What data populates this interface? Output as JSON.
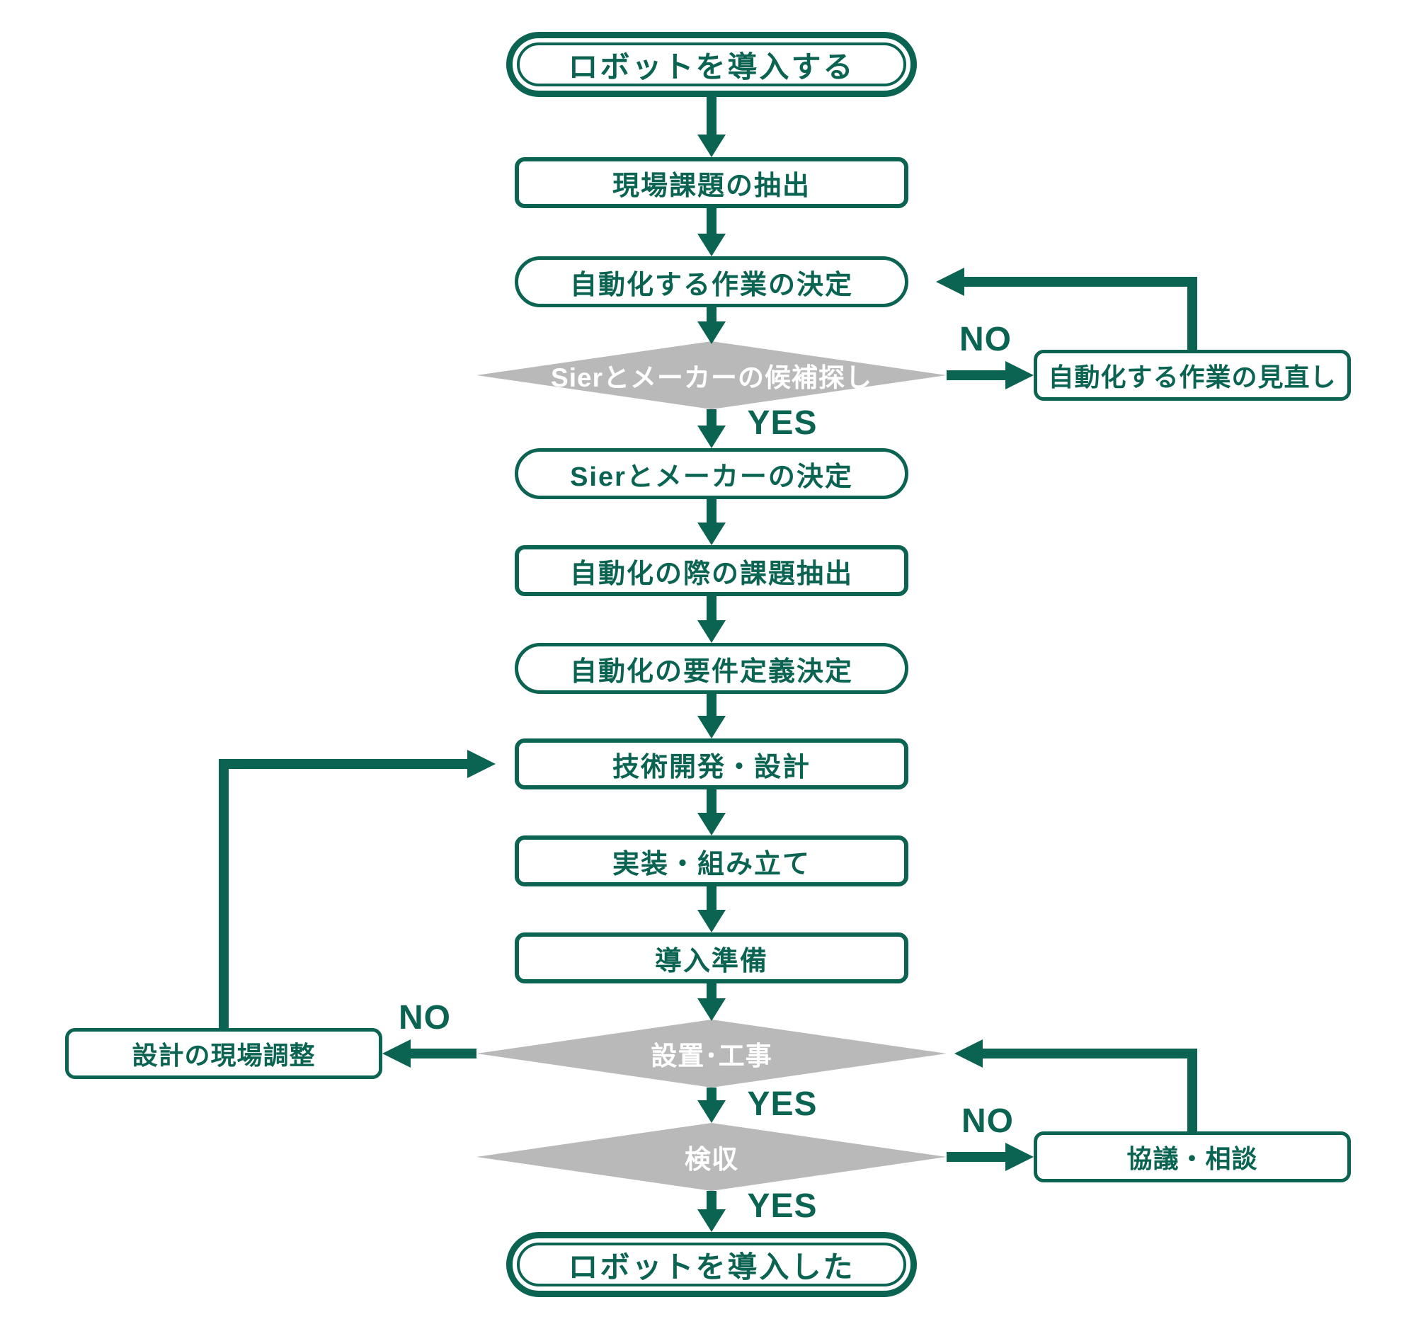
{
  "title": "ロボット導入フローチャート",
  "colors": {
    "accent_green": "#0b6351",
    "diamond_gray": "#b9b9b9",
    "diamond_text": "#ffffff",
    "background": "#ffffff"
  },
  "nodes": {
    "start": "ロボットを導入する",
    "extract_issues": "現場課題の抽出",
    "decide_work": "自動化する作業の決定",
    "find_candidates": "Sierとメーカーの候補探し",
    "review_work": "自動化する作業の見直し",
    "decide_sier": "Sierとメーカーの決定",
    "automation_issues": "自動化の際の課題抽出",
    "requirements": "自動化の要件定義決定",
    "development": "技術開発・設計",
    "assembly": "実装・組み立て",
    "preparation": "導入準備",
    "installation": "設置･工事",
    "site_adjustment": "設計の現場調整",
    "inspection": "検収",
    "consultation": "協議・相談",
    "end": "ロボットを導入した"
  },
  "labels": {
    "yes": "YES",
    "no": "NO"
  }
}
